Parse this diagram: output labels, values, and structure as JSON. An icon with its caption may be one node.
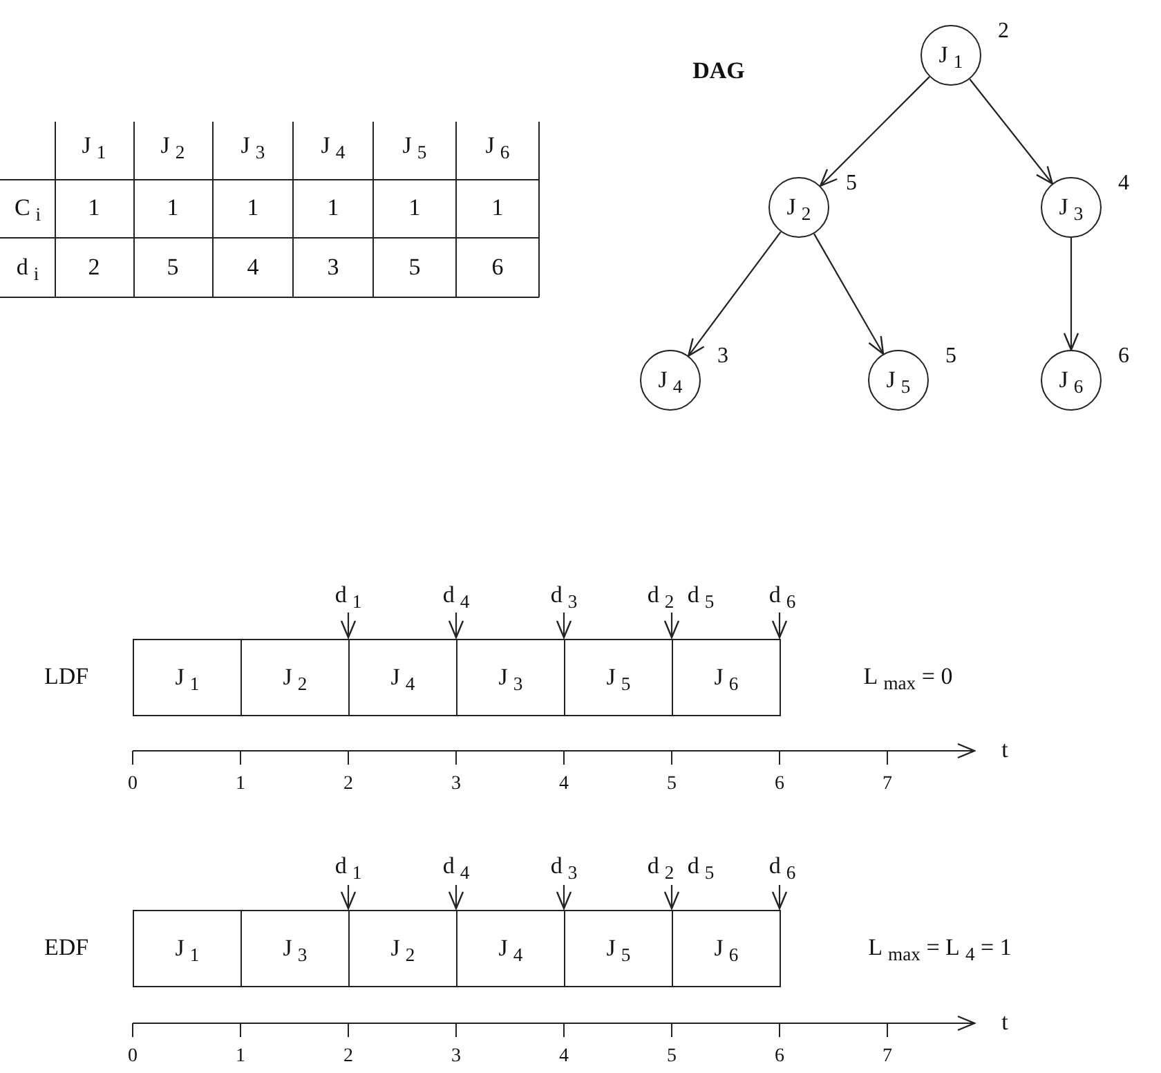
{
  "diagram": {
    "nodes": [
      {
        "text": [
          "J$_{1}$"
        ],
        "beside": [
          "2"
        ]
      },
      {
        "text": [
          "J$_{2}$"
        ],
        "beside": [
          "5"
        ]
      },
      {
        "text": [
          "J$_{3}$"
        ],
        "beside": [
          "4"
        ]
      },
      {
        "text": [
          "J$_{4}$"
        ],
        "beside": [
          "3"
        ]
      },
      {
        "text": [
          "J$_{5}$"
        ],
        "beside": [
          "5"
        ]
      },
      {
        "text": [
          "J$_{6}$"
        ],
        "beside": [
          "6"
        ]
      },
      {
        "text": [
          "J$_{1}$"
        ]
      },
      {
        "text": [
          "J$_{2}$"
        ]
      },
      {
        "text": [
          "J$_{4}$"
        ]
      },
      {
        "text": [
          "J$_{3}$"
        ]
      },
      {
        "text": [
          "J$_{5}$"
        ]
      },
      {
        "text": [
          "J$_{6}$"
        ]
      },
      {
        "text": [
          "J$_{1}$"
        ]
      },
      {
        "text": [
          "J$_{3}$"
        ]
      },
      {
        "text": [
          "J$_{2}$"
        ]
      },
      {
        "text": [
          "J$_{4}$"
        ]
      },
      {
        "text": [
          "J$_{5}$"
        ]
      },
      {
        "text": [
          "J$_{6}$"
        ]
      }
    ],
    "edges": [
      {
        "from": 0,
        "to": 1,
        "arrow": "to"
      },
      {
        "from": 0,
        "to": 2,
        "arrow": "to"
      },
      {
        "from": 1,
        "to": 3,
        "arrow": "to"
      },
      {
        "from": 1,
        "to": 4,
        "arrow": "to"
      },
      {
        "from": 2,
        "to": 5,
        "arrow": "to"
      }
    ],
    "labels": [
      "J$_{1}$",
      "J$_{2}$",
      "J$_{3}$",
      "J$_{4}$",
      "J$_{5}$",
      "J$_{6}$",
      "C$_{i}$",
      "1",
      "1",
      "1",
      "1",
      "1",
      "1",
      "d$_{i}$",
      "2",
      "5",
      "4",
      "3",
      "5",
      "6",
      "DAG",
      "d$_{1}$",
      "d$_{4}$",
      "d$_{3}$",
      "d$_{2}$",
      "d$_{5}$",
      "d$_{6}$",
      "LDF",
      "L$_{max}$ = 0",
      "t",
      "0",
      "1",
      "2",
      "3",
      "4",
      "5",
      "6",
      "7",
      "d$_{1}$",
      "d$_{4}$",
      "d$_{3}$",
      "d$_{2}$",
      "d$_{5}$",
      "d$_{6}$",
      "EDF",
      "L$_{max}$ = L$_{4}$ = 1",
      "t",
      "0",
      "1",
      "2",
      "3",
      "4",
      "5",
      "6",
      "7"
    ]
  }
}
